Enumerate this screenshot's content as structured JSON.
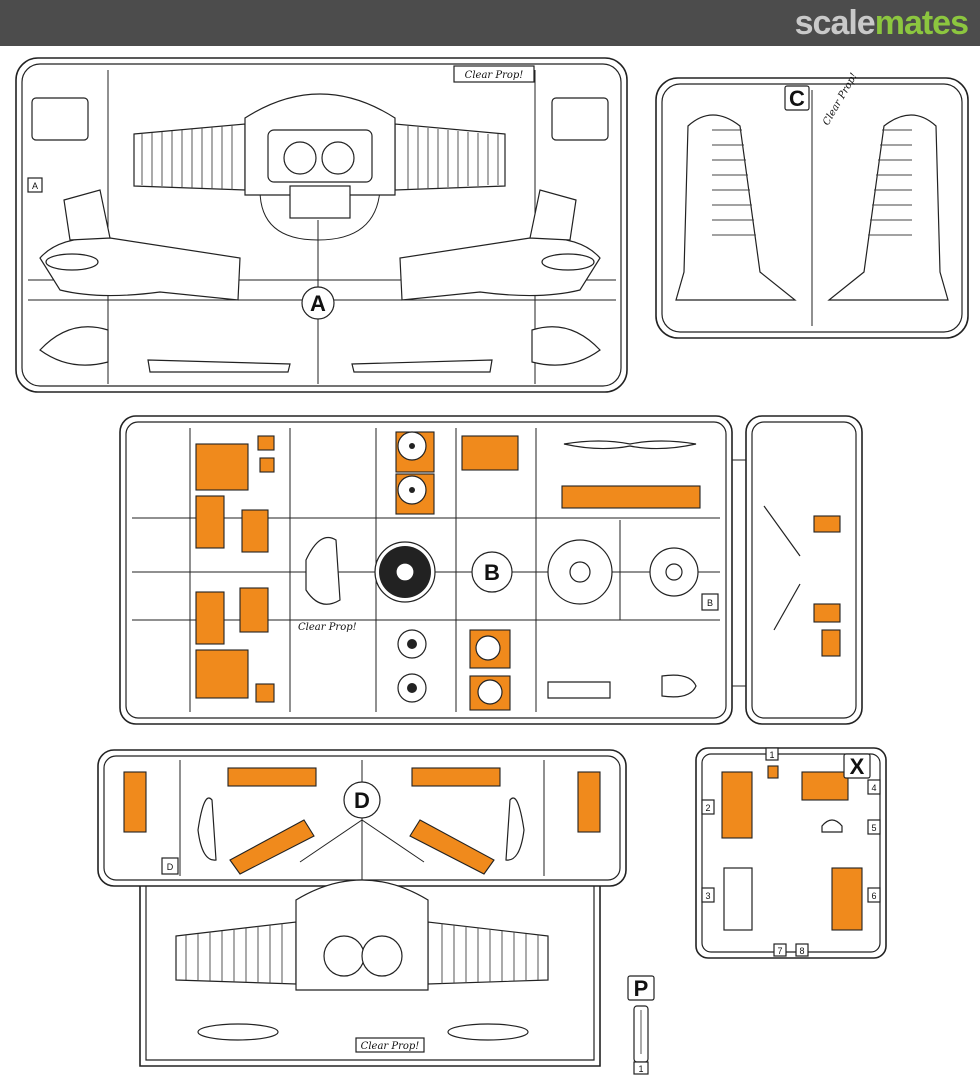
{
  "header": {
    "logo_part1": "scale",
    "logo_part2": "mates",
    "bar_color": "#4c4c4c",
    "logo_color_1": "#c9c9c9",
    "logo_color_2": "#8cc63f"
  },
  "sprues": {
    "A": {
      "letter": "A",
      "small_letter": "A",
      "brand": "Clear Prop!"
    },
    "B": {
      "letter": "B",
      "small_letter": "B",
      "brand": "Clear Prop!"
    },
    "C": {
      "letter": "C",
      "brand": "Clear Prop!"
    },
    "D": {
      "letter": "D",
      "small_letter": "D",
      "brand": "Clear Prop!"
    },
    "X": {
      "letter": "X",
      "part_numbers": [
        "1",
        "2",
        "3",
        "4",
        "5",
        "6",
        "7",
        "8"
      ]
    },
    "P": {
      "letter": "P",
      "part_number": "1"
    }
  },
  "colors": {
    "highlight": "#f08a1c",
    "line": "#222222"
  }
}
